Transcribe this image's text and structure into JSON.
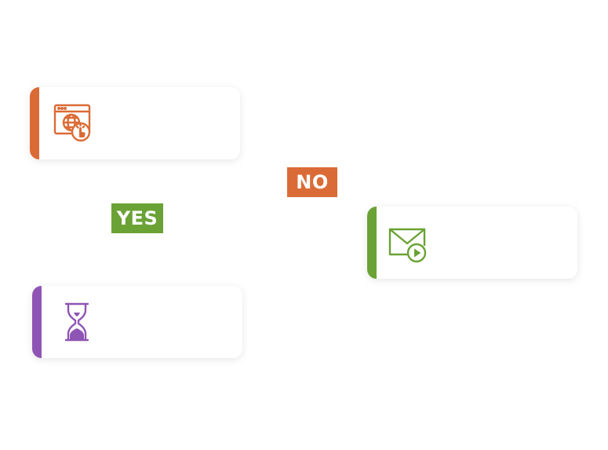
{
  "colors": {
    "orange": "#DB6B36",
    "green": "#6BA236",
    "purple": "#8F55B5"
  },
  "nodes": [
    {
      "id": "web-visit",
      "icon": "browser-globe-click-icon",
      "accent": "orange"
    },
    {
      "id": "send-email",
      "icon": "envelope-play-icon",
      "accent": "green"
    },
    {
      "id": "wait",
      "icon": "hourglass-icon",
      "accent": "purple"
    }
  ],
  "badges": {
    "no": "NO",
    "yes": "YES"
  }
}
